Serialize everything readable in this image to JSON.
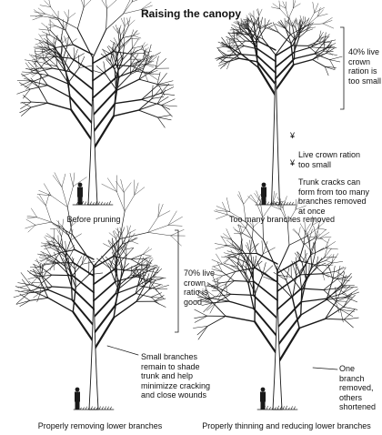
{
  "title": "Raising the canopy",
  "panels": [
    {
      "caption": "Before pruning"
    },
    {
      "caption": "Too many branches removed",
      "annotation": "40% live\ncrown\nration is\ntoo small",
      "bullets": [
        "Live crown ration\ntoo small",
        "Trunk cracks can\nform from too many\nbranches removed\nat once"
      ],
      "bullet_mark": "¥"
    },
    {
      "caption": "Properly removing lower branches",
      "annotation": "70% live\ncrown\nratio is\ngood",
      "note": "Small branches\nremain to shade\ntrunk and help\nminimizze cracking\nand close wounds"
    },
    {
      "caption": "Properly thinning and reducing lower branches",
      "note": "One branch\nremoved,\nothers\nshortened"
    }
  ],
  "colors": {
    "ink": "#1a1a1a",
    "background": "#ffffff"
  }
}
